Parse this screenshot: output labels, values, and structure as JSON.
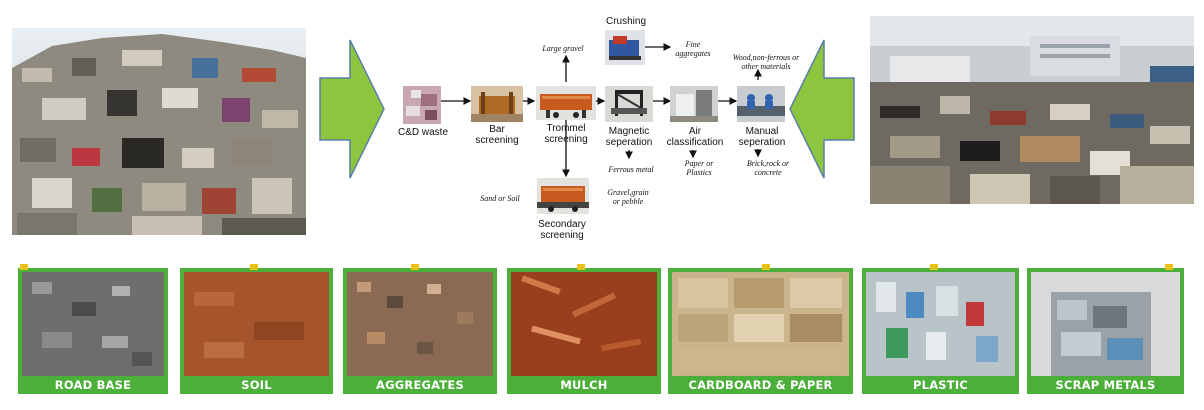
{
  "flow": {
    "cd_waste": "C&D waste",
    "bar_screening": "Bar\nscreening",
    "trommel": "Trommel\nscreening",
    "magnetic": "Magnetic\nseperation",
    "air": "Air\nclassification",
    "manual": "Manual\nseperation",
    "crushing": "Crushing",
    "secondary": "Secondary\nscreening"
  },
  "outputs": {
    "large_gravel": "Large gravel",
    "fine_aggregates": "Fine\naggregates",
    "wood": "Wood,non-ferrous or\nother materials",
    "ferrous": "Ferrous metal",
    "paper": "Paper or\nPlastics",
    "brick": "Brick,rock or\nconcrete",
    "sand": "Sand or Soil",
    "gravel": "Gravel,grain\nor pebble"
  },
  "products": [
    {
      "label": "ROAD BASE"
    },
    {
      "label": "SOIL"
    },
    {
      "label": "AGGREGATES"
    },
    {
      "label": "MULCH"
    },
    {
      "label": "CARDBOARD & PAPER"
    },
    {
      "label": "PLASTIC"
    },
    {
      "label": "SCRAP METALS"
    }
  ],
  "colors": {
    "arrow_green": "#8cc63f",
    "tile_green": "#4caf3a",
    "marker_yellow": "#e8c21a"
  }
}
